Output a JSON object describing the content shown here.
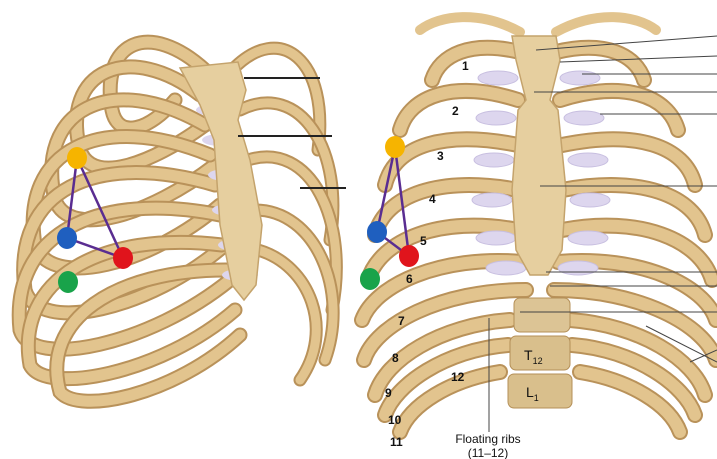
{
  "left_panel": {
    "markers": [
      {
        "color": "#f6b400"
      },
      {
        "color": "#1f5fbf"
      },
      {
        "color": "#e0141c"
      },
      {
        "color": "#19a34a"
      }
    ],
    "triangle_color": "#5a2d91"
  },
  "right_panel": {
    "rib_numbers": [
      "1",
      "2",
      "3",
      "4",
      "5",
      "6",
      "7",
      "8",
      "9",
      "10",
      "11",
      "12"
    ],
    "vertebra_labels": {
      "t12_main": "T",
      "t12_sub": "12",
      "l1_main": "L",
      "l1_sub": "1"
    },
    "floating_ribs_label": "Floating ribs",
    "floating_ribs_range": "(11–12)",
    "markers": [
      {
        "color": "#f6b400"
      },
      {
        "color": "#1f5fbf"
      },
      {
        "color": "#e0141c"
      },
      {
        "color": "#19a34a"
      }
    ],
    "triangle_color": "#5a2d91"
  },
  "colors": {
    "bone": "#e2c48e",
    "bone_dark": "#b9925a",
    "cartilage": "#ddd6ee"
  }
}
